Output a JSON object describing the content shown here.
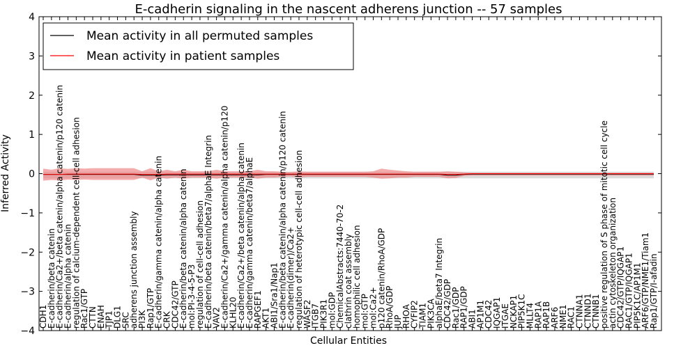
{
  "chart_data": {
    "type": "line",
    "title": "E-cadherin signaling in the nascent adherens junction -- 57 samples",
    "xlabel": "Cellular Entities",
    "ylabel": "Inferred Activity",
    "ylim": [
      -4,
      4
    ],
    "yticks": [
      -4,
      -3,
      -2,
      -1,
      0,
      1,
      2,
      3,
      4
    ],
    "ytick_labels": [
      "−4",
      "−3",
      "−2",
      "−1",
      "0",
      "1",
      "2",
      "3",
      "4"
    ],
    "grid": false,
    "legend_position": "top-left",
    "legend": [
      {
        "label": "Mean activity in all permuted samples",
        "color": "#000000"
      },
      {
        "label": "Mean activity in patient samples",
        "color": "#ff0000"
      }
    ],
    "categories": [
      "CDH1",
      "E-cadherin/beta catenin",
      "E-cadherin/Ca2+/beta catenin/alpha catenin/p120 catenin",
      "E-cadherin/alpha catenin",
      "regulation of calcium-dependent cell-cell adhesion",
      "Rac1/GTP",
      "CTTN",
      "ENAH",
      "TJP1",
      "DLG1",
      "SRC",
      "adherens junction assembly",
      "PI3K",
      "Rap1/GTP",
      "E-cadherin/gamma catenin/alpha catenin",
      "CRK",
      "CDC42/GTP",
      "E-cadherin/beta catenin/alpha catenin",
      "mol:PI-3-4-5-P3",
      "regulation of cell-cell adhesion",
      "E-cadherin/beta catenin/beta7/alphaE Integrin",
      "VAV2",
      "E-cadherin/Ca2+/gamma catenin/alpha catenin/p120",
      "KLHL20",
      "E-cadherin/Ca2+/beta catenin/alpha catenin",
      "E-cadherin/gamma catenin/beta7/alphaE",
      "RAPGEF1",
      "AKT1",
      "ABI1/Sra1/Nap1",
      "E-cadherin/beta catenin/alpha catenin/p120 catenin",
      "E-cadherin(dimer)/Ca2+",
      "regulation of heterotypic cell-cell adhesion",
      "WASF2",
      "ITGB7",
      "PIK3R1",
      "mol:GDP",
      "ChemicalAbstracts:7440-70-2",
      "clathrin coat assembly",
      "homophilic cell adhesion",
      "mol:GTP",
      "mol:Ca2+",
      "p120 catenin/RhoA/GDP",
      "RhoA/GDP",
      "JUP",
      "RHOA",
      "CYFIP2",
      "TIAM1",
      "PIK3CA",
      "alphaE/beta7 Integrin",
      "CDC42/GDP",
      "Rac1/GDP",
      "RAP1/GDP",
      "ABI1",
      "AP1M1",
      "CDC42",
      "IQGAP1",
      "ITGAE",
      "NCKAP1",
      "PIP5K1C",
      "MLLT4",
      "RAP1A",
      "RAP1B",
      "ARF6",
      "NME1",
      "RAC1",
      "CTNNA1",
      "CTNND1",
      "CTNNB1",
      "positive regulation of S phase of mitotic cell cycle",
      "actin cytoskeleton organization",
      "CDC42/GTP/IQGAP1",
      "RAC1/GTP/IQGAP1",
      "PIP5K1C/AP1M1",
      "ARF6/GTP/NME1/Tiam1",
      "Rap1/GTP/I-afadin"
    ],
    "series": [
      {
        "name": "Mean activity in all permuted samples",
        "color": "#000000",
        "values": [
          -0.02,
          -0.02,
          -0.02,
          -0.02,
          -0.02,
          -0.02,
          -0.02,
          -0.02,
          -0.02,
          -0.02,
          -0.02,
          -0.02,
          -0.04,
          -0.04,
          -0.04,
          -0.03,
          -0.03,
          -0.03,
          -0.03,
          -0.03,
          -0.03,
          -0.03,
          -0.03,
          -0.03,
          -0.03,
          -0.03,
          -0.03,
          -0.02,
          -0.02,
          -0.02,
          -0.02,
          -0.02,
          -0.02,
          -0.02,
          -0.02,
          -0.02,
          -0.02,
          -0.02,
          -0.02,
          -0.02,
          -0.02,
          -0.02,
          -0.02,
          -0.02,
          -0.02,
          -0.02,
          -0.02,
          -0.02,
          -0.02,
          -0.04,
          -0.04,
          -0.02,
          -0.01,
          -0.01,
          -0.01,
          -0.01,
          -0.01,
          -0.01,
          -0.01,
          -0.01,
          -0.01,
          -0.01,
          -0.01,
          -0.01,
          -0.01,
          -0.01,
          -0.01,
          -0.01,
          -0.01,
          -0.01,
          -0.01,
          -0.01,
          -0.01,
          -0.01,
          -0.01
        ],
        "band_lower": [
          -0.12,
          -0.12,
          -0.12,
          -0.12,
          -0.12,
          -0.12,
          -0.12,
          -0.12,
          -0.12,
          -0.12,
          -0.12,
          -0.12,
          -0.12,
          -0.12,
          -0.12,
          -0.12,
          -0.12,
          -0.12,
          -0.12,
          -0.12,
          -0.12,
          -0.12,
          -0.12,
          -0.12,
          -0.12,
          -0.12,
          -0.12,
          -0.12,
          -0.12,
          -0.12,
          -0.12,
          -0.12,
          -0.12,
          -0.12,
          -0.12,
          -0.12,
          -0.12,
          -0.12,
          -0.12,
          -0.12,
          -0.12,
          -0.12,
          -0.12,
          -0.12,
          -0.12,
          -0.12,
          -0.12,
          -0.12,
          -0.12,
          -0.12,
          -0.12,
          -0.12,
          -0.12,
          -0.12,
          -0.12,
          -0.12,
          -0.12,
          -0.12,
          -0.12,
          -0.12,
          -0.12,
          -0.12,
          -0.12,
          -0.12,
          -0.12,
          -0.12,
          -0.12,
          -0.12,
          -0.12,
          -0.12,
          -0.12,
          -0.12,
          -0.12,
          -0.12,
          -0.12
        ],
        "band_upper": [
          0.05,
          0.05,
          0.05,
          0.05,
          0.05,
          0.05,
          0.05,
          0.05,
          0.05,
          0.05,
          0.05,
          0.05,
          0.05,
          0.05,
          0.05,
          0.05,
          0.05,
          0.05,
          0.05,
          0.05,
          0.05,
          0.05,
          0.05,
          0.05,
          0.05,
          0.05,
          0.05,
          0.05,
          0.05,
          0.05,
          0.05,
          0.05,
          0.05,
          0.05,
          0.05,
          0.05,
          0.05,
          0.05,
          0.05,
          0.05,
          0.05,
          0.05,
          0.05,
          0.05,
          0.05,
          0.05,
          0.05,
          0.05,
          0.05,
          0.05,
          0.05,
          0.05,
          0.05,
          0.05,
          0.05,
          0.05,
          0.05,
          0.05,
          0.05,
          0.05,
          0.05,
          0.05,
          0.05,
          0.05,
          0.05,
          0.05,
          0.05,
          0.05,
          0.05,
          0.05,
          0.05,
          0.05,
          0.05,
          0.05,
          0.05
        ]
      },
      {
        "name": "Mean activity in patient samples",
        "color": "#ff0000",
        "values": [
          -0.02,
          -0.02,
          -0.02,
          -0.01,
          -0.01,
          -0.01,
          -0.01,
          -0.01,
          -0.01,
          -0.01,
          -0.01,
          -0.01,
          -0.02,
          -0.02,
          -0.02,
          -0.01,
          -0.01,
          -0.01,
          -0.01,
          -0.01,
          -0.01,
          -0.01,
          -0.01,
          -0.01,
          -0.01,
          -0.01,
          -0.01,
          -0.01,
          -0.01,
          -0.01,
          -0.01,
          -0.01,
          -0.01,
          -0.01,
          -0.01,
          -0.01,
          -0.01,
          -0.01,
          -0.01,
          -0.01,
          -0.01,
          -0.01,
          -0.01,
          -0.01,
          -0.01,
          -0.01,
          -0.01,
          -0.01,
          -0.01,
          -0.02,
          -0.02,
          -0.01,
          0.0,
          0.0,
          0.0,
          0.0,
          0.0,
          0.0,
          0.0,
          0.0,
          0.0,
          0.0,
          0.0,
          0.0,
          0.0,
          0.0,
          0.0,
          0.0,
          0.0,
          0.0,
          0.0,
          0.0,
          0.0,
          0.0,
          0.0
        ],
        "band_lower": [
          -0.18,
          -0.16,
          -0.17,
          -0.15,
          -0.16,
          -0.15,
          -0.16,
          -0.16,
          -0.16,
          -0.16,
          -0.16,
          -0.16,
          -0.1,
          -0.17,
          -0.1,
          -0.13,
          -0.1,
          -0.13,
          -0.1,
          -0.1,
          -0.1,
          -0.13,
          -0.1,
          -0.1,
          -0.1,
          -0.1,
          -0.13,
          -0.1,
          -0.1,
          -0.08,
          -0.07,
          -0.1,
          -0.08,
          -0.08,
          -0.08,
          -0.08,
          -0.08,
          -0.08,
          -0.08,
          -0.08,
          -0.1,
          -0.13,
          -0.12,
          -0.1,
          -0.1,
          -0.08,
          -0.08,
          -0.08,
          -0.08,
          -0.12,
          -0.11,
          -0.06,
          -0.05,
          -0.05,
          -0.05,
          -0.05,
          -0.05,
          -0.05,
          -0.05,
          -0.05,
          -0.05,
          -0.05,
          -0.05,
          -0.05,
          -0.05,
          -0.05,
          -0.05,
          -0.05,
          -0.05,
          -0.05,
          -0.05,
          -0.05,
          -0.05,
          -0.05,
          -0.05
        ],
        "band_upper": [
          0.13,
          0.1,
          0.14,
          0.12,
          0.14,
          0.13,
          0.14,
          0.14,
          0.14,
          0.14,
          0.14,
          0.14,
          0.06,
          0.14,
          0.06,
          0.1,
          0.06,
          0.1,
          0.06,
          0.06,
          0.06,
          0.1,
          0.06,
          0.06,
          0.06,
          0.06,
          0.1,
          0.06,
          0.06,
          0.05,
          0.04,
          0.06,
          0.05,
          0.05,
          0.05,
          0.05,
          0.05,
          0.05,
          0.05,
          0.05,
          0.06,
          0.13,
          0.1,
          0.08,
          0.06,
          0.05,
          0.05,
          0.05,
          0.05,
          0.06,
          0.05,
          0.03,
          0.02,
          0.02,
          0.02,
          0.02,
          0.02,
          0.02,
          0.02,
          0.02,
          0.02,
          0.02,
          0.02,
          0.02,
          0.02,
          0.02,
          0.02,
          0.02,
          0.02,
          0.02,
          0.02,
          0.02,
          0.02,
          0.02,
          0.02
        ]
      }
    ]
  }
}
